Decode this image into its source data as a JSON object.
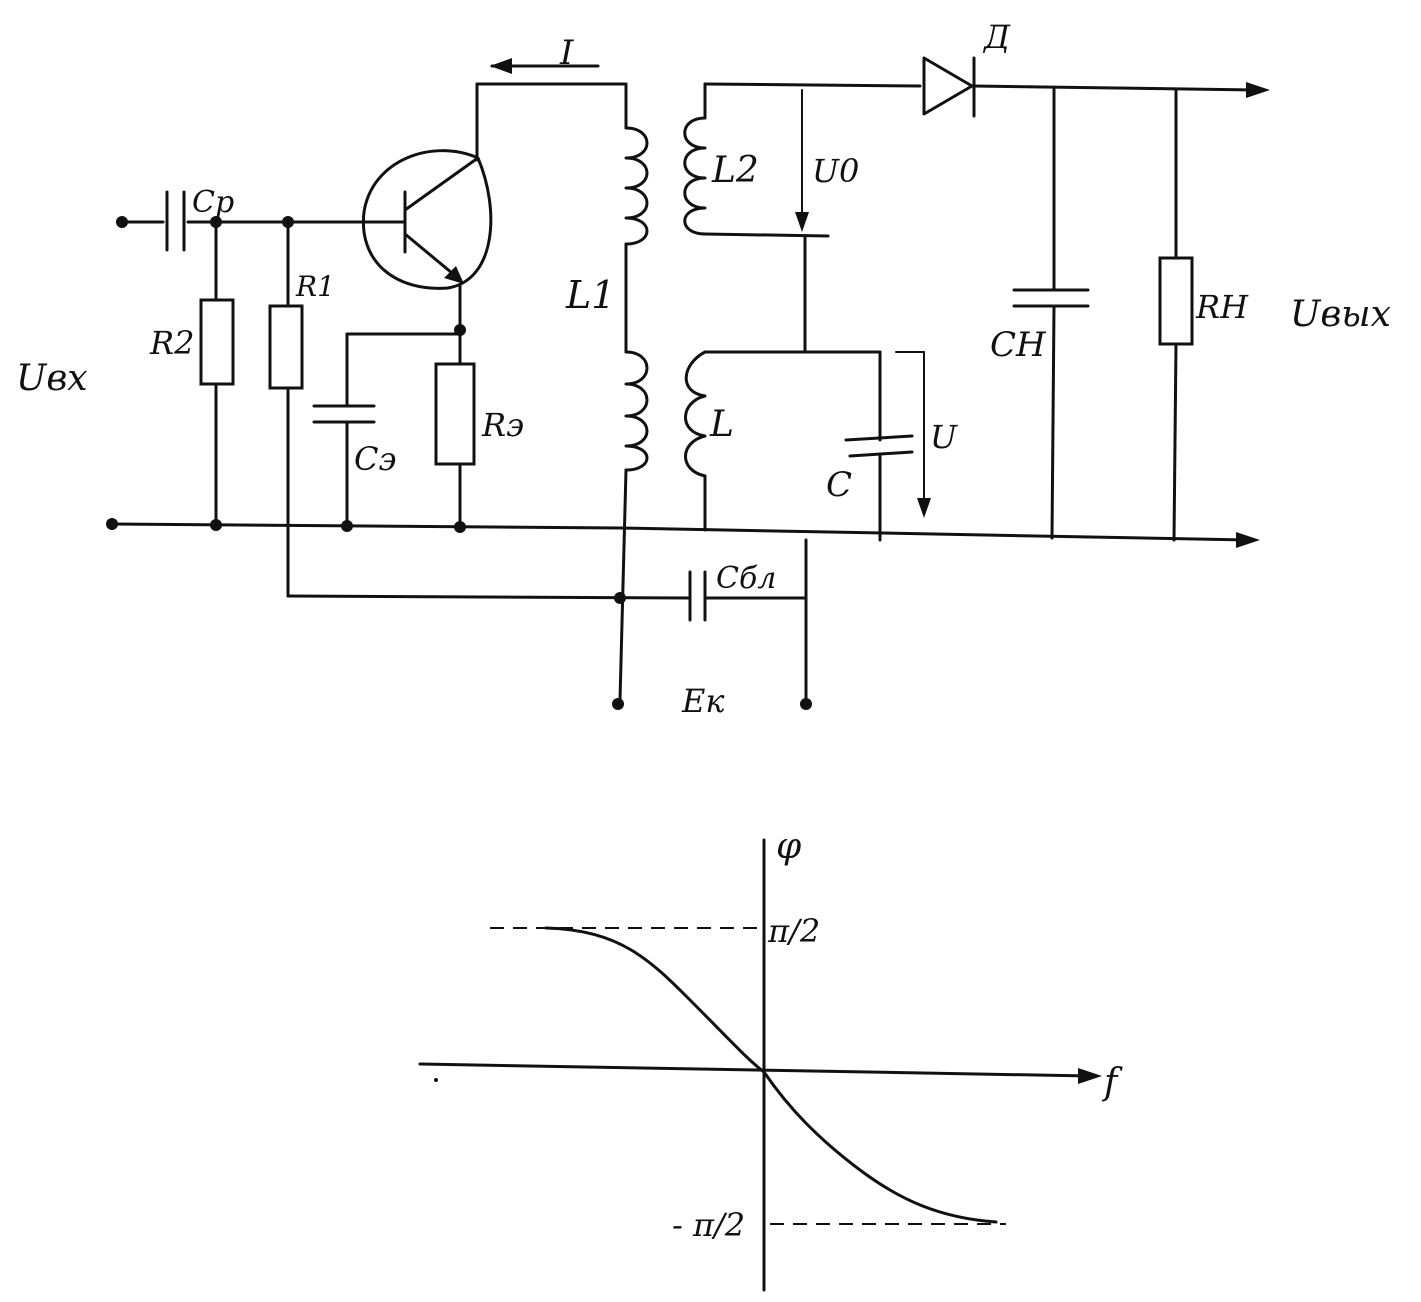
{
  "circuit": {
    "labels": {
      "cp": "Cp",
      "r1": "R1",
      "r2": "R2",
      "re": "Rэ",
      "ce": "Cэ",
      "current": "I",
      "l1": "L1",
      "l2": "L2",
      "l": "L",
      "u0": "U0",
      "c": "C",
      "u": "U",
      "diode": "Д",
      "cn": "CH",
      "rn": "RH",
      "u_in": "Uвх",
      "u_out": "Uвых",
      "c_block": "Cбл",
      "ek": "Ек"
    }
  },
  "phase_plot": {
    "y_axis_label": "φ",
    "x_axis_label": "f",
    "y_top_label": "π/2",
    "y_bottom_label": "- π/2"
  }
}
